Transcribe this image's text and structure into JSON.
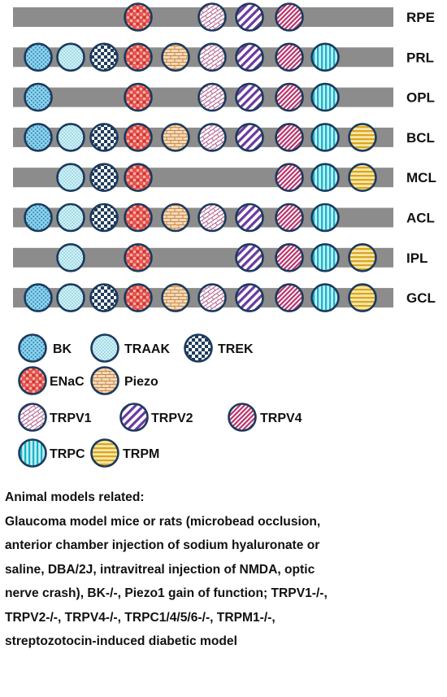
{
  "channels": [
    {
      "key": "BK",
      "label": "BK",
      "pattern": "pat-bk",
      "color": "#8fd8e8",
      "ink": "#3a86c8"
    },
    {
      "key": "TRAAK",
      "label": "TRAAK",
      "pattern": "pat-traak",
      "color": "#d4f1f6",
      "ink": "#5ab8d0"
    },
    {
      "key": "TREK",
      "label": "TREK",
      "pattern": "pat-trek",
      "color": "#1f3c5c",
      "ink": "#ffffff"
    },
    {
      "key": "ENaC",
      "label": "ENaC",
      "pattern": "pat-enac",
      "color": "#e6544f",
      "ink": "#f5b0a8"
    },
    {
      "key": "Piezo",
      "label": "Piezo",
      "pattern": "pat-piezo",
      "color": "#f4d9b8",
      "ink": "#c98a4b"
    },
    {
      "key": "TRPV1",
      "label": "TRPV1",
      "pattern": "pat-trpv1",
      "color": "#ffffff",
      "ink": "#b05a8a"
    },
    {
      "key": "TRPV2",
      "label": "TRPV2",
      "pattern": "pat-trpv2",
      "color": "#ffffff",
      "ink": "#6a3aa0"
    },
    {
      "key": "TRPV4",
      "label": "TRPV4",
      "pattern": "pat-trpv4",
      "color": "#ffffff",
      "ink": "#b8336a"
    },
    {
      "key": "TRPC",
      "label": "TRPC",
      "pattern": "pat-trpc",
      "color": "#bdeef5",
      "ink": "#19b3c6"
    },
    {
      "key": "TRPM",
      "label": "TRPM",
      "pattern": "pat-trpm",
      "color": "#f7e7a8",
      "ink": "#d9a520"
    }
  ],
  "layers": [
    {
      "label": "RPE",
      "channels": [
        "ENaC",
        "TRPV1",
        "TRPV2",
        "TRPV4"
      ]
    },
    {
      "label": "PRL",
      "channels": [
        "BK",
        "TRAAK",
        "TREK",
        "ENaC",
        "Piezo",
        "TRPV1",
        "TRPV2",
        "TRPV4",
        "TRPC"
      ]
    },
    {
      "label": "OPL",
      "channels": [
        "BK",
        "ENaC",
        "TRPV1",
        "TRPV2",
        "TRPV4",
        "TRPC"
      ]
    },
    {
      "label": "BCL",
      "channels": [
        "BK",
        "TRAAK",
        "TREK",
        "ENaC",
        "Piezo",
        "TRPV1",
        "TRPV2",
        "TRPV4",
        "TRPC",
        "TRPM"
      ]
    },
    {
      "label": "MCL",
      "channels": [
        "TRAAK",
        "TREK",
        "ENaC",
        "TRPV4",
        "TRPC",
        "TRPM"
      ]
    },
    {
      "label": "ACL",
      "channels": [
        "BK",
        "TRAAK",
        "TREK",
        "ENaC",
        "Piezo",
        "TRPV1",
        "TRPV2",
        "TRPV4",
        "TRPC"
      ]
    },
    {
      "label": "IPL",
      "channels": [
        "TRAAK",
        "ENaC",
        "TRPV2",
        "TRPV4",
        "TRPC",
        "TRPM"
      ]
    },
    {
      "label": "GCL",
      "channels": [
        "BK",
        "TRAAK",
        "TREK",
        "ENaC",
        "Piezo",
        "TRPV1",
        "TRPV2",
        "TRPV4",
        "TRPC",
        "TRPM"
      ]
    }
  ],
  "legend_rows": [
    [
      "BK",
      "TRAAK",
      "TREK"
    ],
    [
      "ENaC",
      "Piezo"
    ],
    [
      "TRPV1",
      "TRPV2",
      "TRPV4"
    ],
    [
      "TRPC",
      "TRPM"
    ]
  ],
  "colors": {
    "band": "#8c8c8c",
    "outline": "#1b3a5e",
    "text": "#111111"
  },
  "notes": {
    "heading": "Animal models related:",
    "lines": [
      "Glaucoma model mice or rats (microbead occlusion,",
      "anterior chamber injection of sodium hyaluronate or",
      "saline, DBA/2J, intravitreal injection of NMDA, optic",
      "nerve crash), BK-/-, Piezo1 gain of function; TRPV1-/-,",
      "TRPV2-/-, TRPV4-/-, TRPC1/4/5/6-/-, TRPM1-/-,",
      "streptozotocin-induced diabetic model"
    ]
  }
}
